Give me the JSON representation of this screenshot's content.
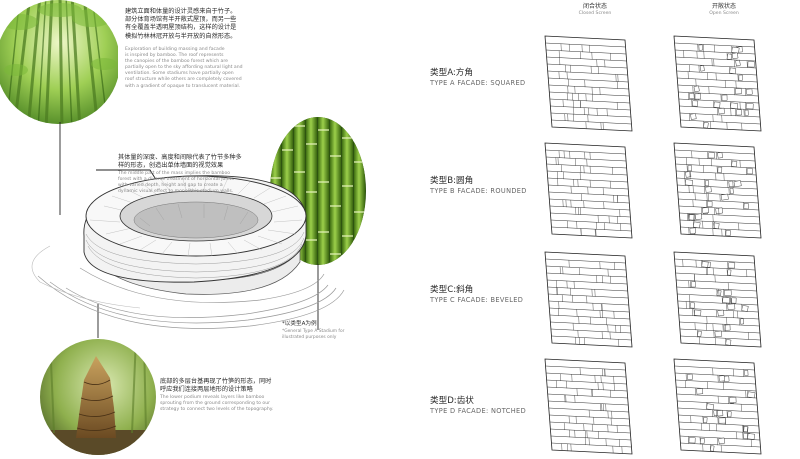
{
  "left": {
    "block1": {
      "zh": "建筑立面和体量的设计灵感来自于竹子。\n部分体育场馆有半开敞式屋顶，而另一些\n有全覆盖半透明屋顶结构，这样的设计是\n模拟竹林林冠开放与半开放的自然形态。",
      "en": "Exploration of building massing and facade\nis inspired by bamboo. The roof represents\nthe canopies of the bamboo forest which are\npartially open to the sky affording natural light and\nventilation. Some stadiums have partially open\nroof structure while others are completely covered\nwith a gradient of opaque to translucent material."
    },
    "block2": {
      "zh": "其体量的深度、高度和间隙代表了竹节多种多\n样的形态，创造出单体墙面的视觉效果",
      "en": "The middle part of the mass implies the bamboo\nforest with a diverse treatment of horizontal joints\nwith varied depth, height and gap to create a\ndynamic visual effect to monolithic stadium walls."
    },
    "note": {
      "zh": "*以类型A为例",
      "en": "*General Type A Stadium for\nillustrated purposes only"
    },
    "block3": {
      "zh": "底部的多层台基再现了竹笋的形态，同时\n呼应我们连接两层地形的设计策略",
      "en": "The lower podium reveals layers like bamboo\nsprouting from the ground corresponding to our\nstrategy to connect two levels of the topography."
    }
  },
  "right": {
    "columns": [
      {
        "zh": "闭合状态",
        "en": "Closed Screen"
      },
      {
        "zh": "开敞状态",
        "en": "Open Screen"
      }
    ],
    "types": [
      {
        "zh": "类型A:方角",
        "en": "TYPE A FACADE: SQUARED"
      },
      {
        "zh": "类型B:圆角",
        "en": "TYPE B FACADE: ROUNDED"
      },
      {
        "zh": "类型C:斜角",
        "en": "TYPE C FACADE: BEVELED"
      },
      {
        "zh": "类型D:齿状",
        "en": "TYPE D FACADE: NOTCHED"
      }
    ]
  },
  "colors": {
    "bamboo_green": "#5a8f2a",
    "leaf_green": "#8fc34a",
    "shoot_brown": "#8a6a3a",
    "line": "#222222"
  }
}
